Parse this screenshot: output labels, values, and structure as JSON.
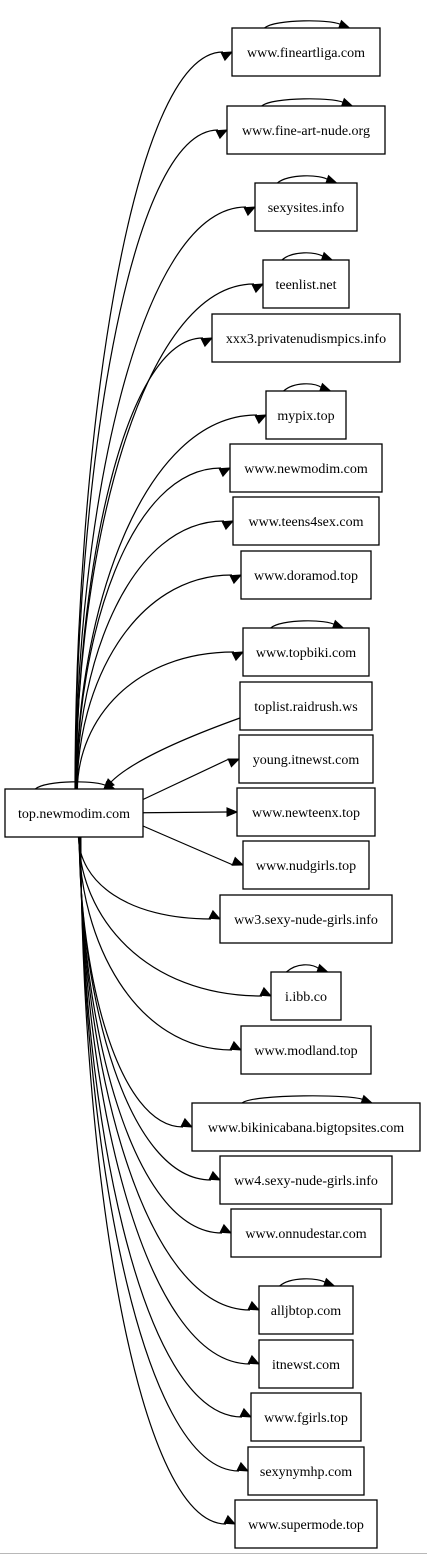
{
  "graph": {
    "type": "directed",
    "root": "top.newmodim.com",
    "nodes": [
      {
        "id": "top.newmodim.com",
        "label": "top.newmodim.com",
        "self_loop": true
      },
      {
        "id": "www.fineartliga.com",
        "label": "www.fineartliga.com",
        "self_loop": true
      },
      {
        "id": "www.fine-art-nude.org",
        "label": "www.fine-art-nude.org",
        "self_loop": true
      },
      {
        "id": "sexysites.info",
        "label": "sexysites.info",
        "self_loop": true
      },
      {
        "id": "teenlist.net",
        "label": "teenlist.net",
        "self_loop": true
      },
      {
        "id": "xxx3.privatenudismpics.info",
        "label": "xxx3.privatenudismpics.info",
        "self_loop": false
      },
      {
        "id": "mypix.top",
        "label": "mypix.top",
        "self_loop": true
      },
      {
        "id": "www.newmodim.com",
        "label": "www.newmodim.com",
        "self_loop": false
      },
      {
        "id": "www.teens4sex.com",
        "label": "www.teens4sex.com",
        "self_loop": false
      },
      {
        "id": "www.doramod.top",
        "label": "www.doramod.top",
        "self_loop": false
      },
      {
        "id": "www.topbiki.com",
        "label": "www.topbiki.com",
        "self_loop": true
      },
      {
        "id": "toplist.raidrush.ws",
        "label": "toplist.raidrush.ws",
        "self_loop": false
      },
      {
        "id": "young.itnewst.com",
        "label": "young.itnewst.com",
        "self_loop": false
      },
      {
        "id": "www.newteenx.top",
        "label": "www.newteenx.top",
        "self_loop": false
      },
      {
        "id": "www.nudgirls.top",
        "label": "www.nudgirls.top",
        "self_loop": false
      },
      {
        "id": "ww3.sexy-nude-girls.info",
        "label": "ww3.sexy-nude-girls.info",
        "self_loop": false
      },
      {
        "id": "i.ibb.co",
        "label": "i.ibb.co",
        "self_loop": true
      },
      {
        "id": "www.modland.top",
        "label": "www.modland.top",
        "self_loop": false
      },
      {
        "id": "www.bikinicabana.bigtopsites.com",
        "label": "www.bikinicabana.bigtopsites.com",
        "self_loop": true
      },
      {
        "id": "ww4.sexy-nude-girls.info",
        "label": "ww4.sexy-nude-girls.info",
        "self_loop": false
      },
      {
        "id": "www.onnudestar.com",
        "label": "www.onnudestar.com",
        "self_loop": false
      },
      {
        "id": "alljbtop.com",
        "label": "alljbtop.com",
        "self_loop": true
      },
      {
        "id": "itnewst.com",
        "label": "itnewst.com",
        "self_loop": false
      },
      {
        "id": "www.fgirls.top",
        "label": "www.fgirls.top",
        "self_loop": false
      },
      {
        "id": "sexynymhp.com",
        "label": "sexynymhp.com",
        "self_loop": false
      },
      {
        "id": "www.supermode.top",
        "label": "www.supermode.top",
        "self_loop": false
      }
    ],
    "edges": [
      {
        "from": "top.newmodim.com",
        "to": "www.fineartliga.com"
      },
      {
        "from": "top.newmodim.com",
        "to": "www.fine-art-nude.org"
      },
      {
        "from": "top.newmodim.com",
        "to": "sexysites.info"
      },
      {
        "from": "top.newmodim.com",
        "to": "teenlist.net"
      },
      {
        "from": "top.newmodim.com",
        "to": "xxx3.privatenudismpics.info"
      },
      {
        "from": "top.newmodim.com",
        "to": "mypix.top"
      },
      {
        "from": "top.newmodim.com",
        "to": "www.newmodim.com"
      },
      {
        "from": "top.newmodim.com",
        "to": "www.teens4sex.com"
      },
      {
        "from": "top.newmodim.com",
        "to": "www.doramod.top"
      },
      {
        "from": "top.newmodim.com",
        "to": "www.topbiki.com"
      },
      {
        "from": "toplist.raidrush.ws",
        "to": "top.newmodim.com"
      },
      {
        "from": "top.newmodim.com",
        "to": "young.itnewst.com"
      },
      {
        "from": "top.newmodim.com",
        "to": "www.newteenx.top"
      },
      {
        "from": "top.newmodim.com",
        "to": "www.nudgirls.top"
      },
      {
        "from": "top.newmodim.com",
        "to": "ww3.sexy-nude-girls.info"
      },
      {
        "from": "top.newmodim.com",
        "to": "i.ibb.co"
      },
      {
        "from": "top.newmodim.com",
        "to": "www.modland.top"
      },
      {
        "from": "top.newmodim.com",
        "to": "www.bikinicabana.bigtopsites.com"
      },
      {
        "from": "top.newmodim.com",
        "to": "ww4.sexy-nude-girls.info"
      },
      {
        "from": "top.newmodim.com",
        "to": "www.onnudestar.com"
      },
      {
        "from": "top.newmodim.com",
        "to": "alljbtop.com"
      },
      {
        "from": "top.newmodim.com",
        "to": "itnewst.com"
      },
      {
        "from": "top.newmodim.com",
        "to": "www.fgirls.top"
      },
      {
        "from": "top.newmodim.com",
        "to": "sexynymhp.com"
      },
      {
        "from": "top.newmodim.com",
        "to": "www.supermode.top"
      }
    ]
  },
  "colors": {
    "background": "#ffffff",
    "stroke": "#000000",
    "text": "#000000",
    "page_border": "#b8b8b8"
  }
}
